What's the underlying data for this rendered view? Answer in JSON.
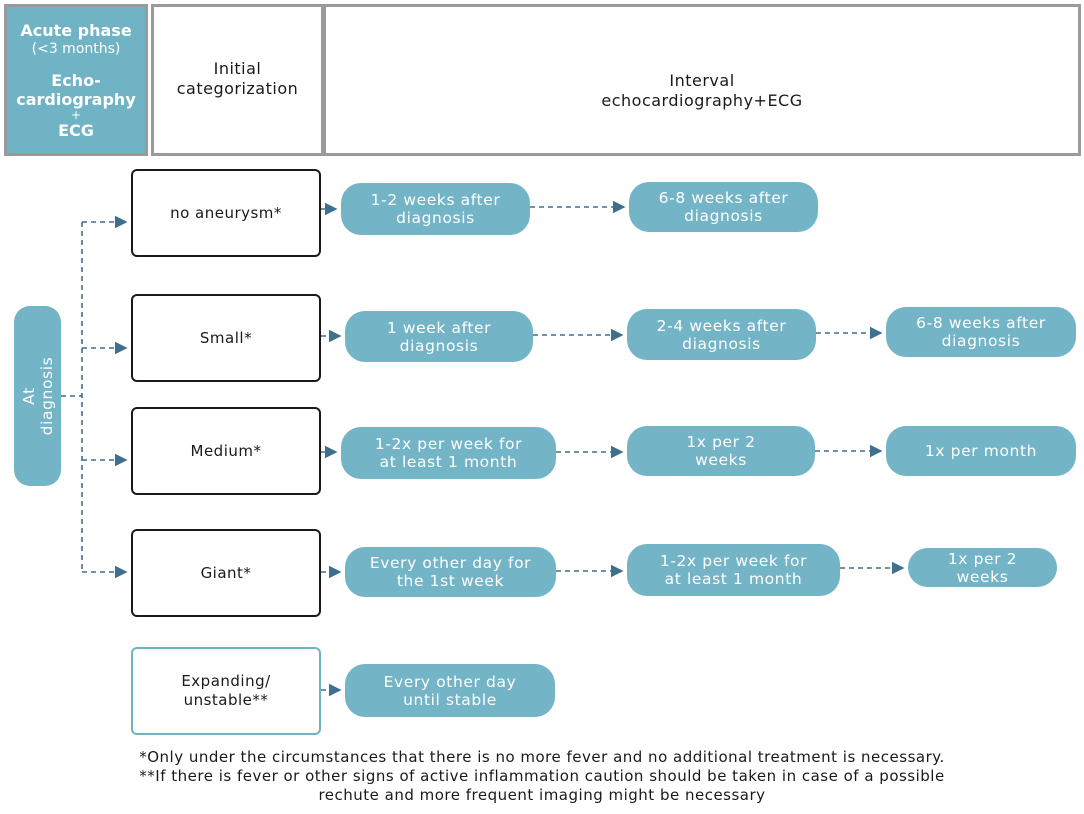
{
  "header": {
    "acute_title": "Acute phase",
    "acute_sub": "(<3 months)",
    "acute_method": "Echo-\ncardiography",
    "acute_plus": "+",
    "acute_ecg": "ECG",
    "initial": "Initial\ncategorization",
    "interval": "Interval\nechocardiography+ECG"
  },
  "at_diagnosis": "At\ndiagnosis",
  "categories": [
    {
      "label": "no aneurysm*",
      "steps": [
        "1-2 weeks after\ndiagnosis",
        "6-8 weeks after\ndiagnosis"
      ]
    },
    {
      "label": "Small*",
      "steps": [
        "1 week after\ndiagnosis",
        "2-4 weeks after\ndiagnosis",
        "6-8 weeks after\ndiagnosis"
      ]
    },
    {
      "label": "Medium*",
      "steps": [
        "1-2x per week for\nat least 1 month",
        "1x per 2\nweeks",
        "1x per month"
      ]
    },
    {
      "label": "Giant*",
      "steps": [
        "Every other day for\nthe 1st week",
        "1-2x per week for\nat least 1 month",
        "1x per 2\nweeks"
      ]
    },
    {
      "label": "Expanding/\nunstable**",
      "steps": [
        "Every other day\nuntil stable"
      ]
    }
  ],
  "footnotes": [
    "*Only under the circumstances that there is no more fever and no additional treatment is necessary.",
    "**If there is fever or other signs of active inflammation caution should be taken in case of a possible\nrechute and more frequent imaging might be necessary"
  ],
  "colors": {
    "accent": "#73b5c7",
    "connector": "#3f6f8f",
    "border": "#9a9a9a"
  }
}
